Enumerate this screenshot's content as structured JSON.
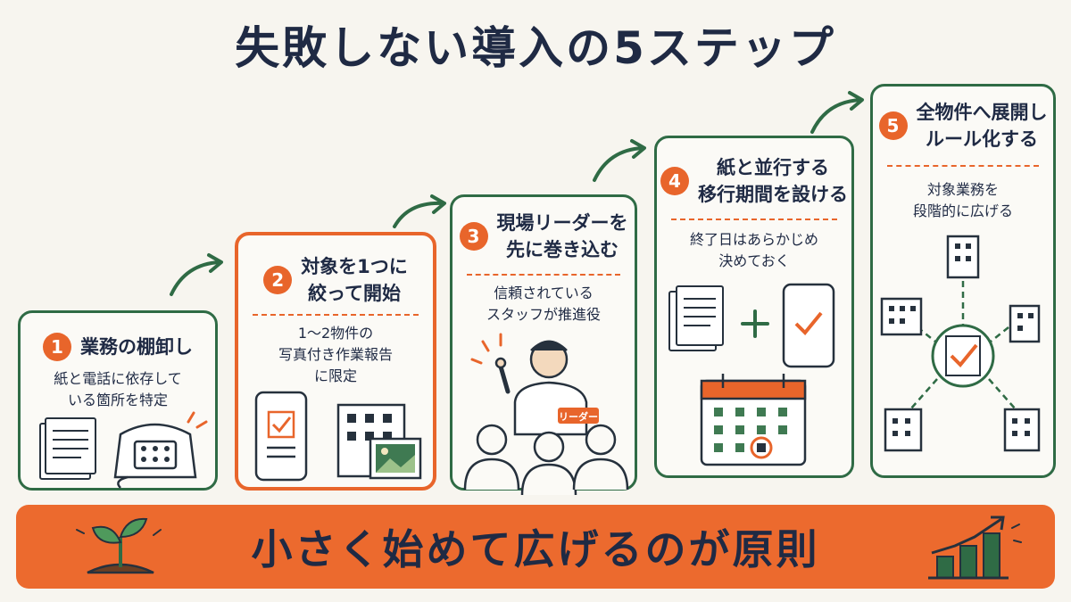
{
  "title": "失敗しない導入の5ステップ",
  "steps": [
    {
      "num": "1",
      "title": [
        "業務の棚卸し"
      ],
      "desc": [
        "紙と電話に依存して",
        "いる箇所を特定"
      ]
    },
    {
      "num": "2",
      "title": [
        "対象を1つに",
        "絞って開始"
      ],
      "desc": [
        "1〜2物件の",
        "写真付き作業報告",
        "に限定"
      ]
    },
    {
      "num": "3",
      "title": [
        "現場リーダーを",
        "先に巻き込む"
      ],
      "desc": [
        "信頼されている",
        "スタッフが推進役"
      ],
      "badge": "リーダー"
    },
    {
      "num": "4",
      "title": [
        "紙と並行する",
        "移行期間を設ける"
      ],
      "desc": [
        "終了日はあらかじめ",
        "決めておく"
      ]
    },
    {
      "num": "5",
      "title": [
        "全物件へ展開し",
        "ルール化する"
      ],
      "desc": [
        "対象業務を",
        "段階的に広げる"
      ]
    }
  ],
  "banner": "小さく始めて広げるのが原則",
  "colors": {
    "accent": "#e8652b",
    "green": "#2f6b45",
    "navy": "#1f2a44",
    "background": "#f7f5ef"
  }
}
